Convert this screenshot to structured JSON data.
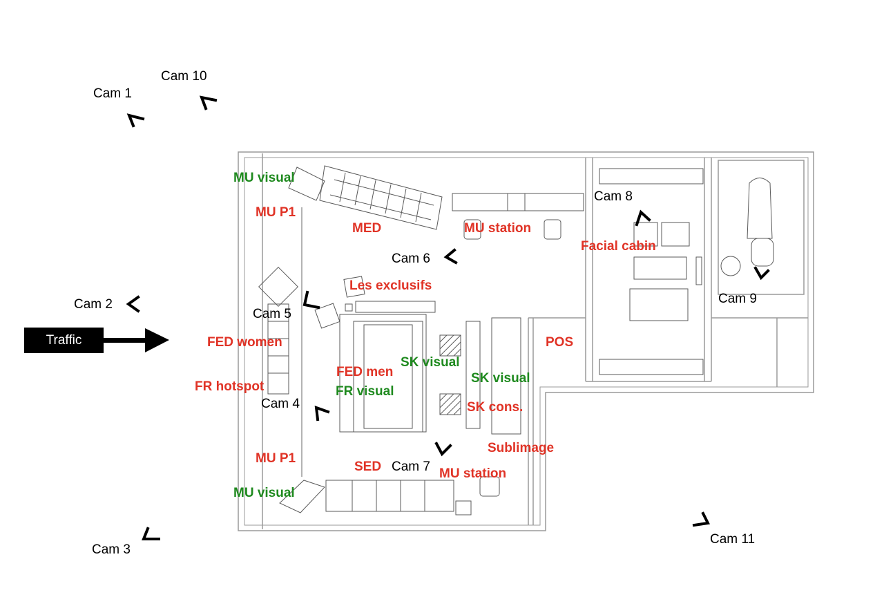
{
  "colors": {
    "red_label": "#e03326",
    "green_label": "#1f8a1f",
    "wall": "#9a9a9a",
    "fixture": "#5a5a5a",
    "marker": "#000000"
  },
  "traffic": {
    "label": "Traffic"
  },
  "zones": {
    "mu_visual_top": "MU visual",
    "mu_p1_top": "MU P1",
    "med": "MED",
    "mu_station_top": "MU station",
    "facial_cabin": "Facial cabin",
    "les_exclusifs": "Les exclusifs",
    "fed_women": "FED women",
    "pos": "POS",
    "sk_visual_1": "SK visual",
    "fed_men": "FED men",
    "sk_visual_2": "SK visual",
    "fr_hotspot": "FR hotspot",
    "fr_visual": "FR visual",
    "sk_cons": "SK cons.",
    "sublimage": "Sublimage",
    "mu_p1_bottom": "MU P1",
    "sed": "SED",
    "mu_station_bottom": "MU station",
    "mu_visual_bottom": "MU visual"
  },
  "cameras": {
    "cam1": "Cam 1",
    "cam2": "Cam 2",
    "cam3": "Cam 3",
    "cam4": "Cam 4",
    "cam5": "Cam 5",
    "cam6": "Cam 6",
    "cam7": "Cam 7",
    "cam8": "Cam 8",
    "cam9": "Cam 9",
    "cam10": "Cam 10",
    "cam11": "Cam 11"
  },
  "marker_icon": "chevron-icon"
}
